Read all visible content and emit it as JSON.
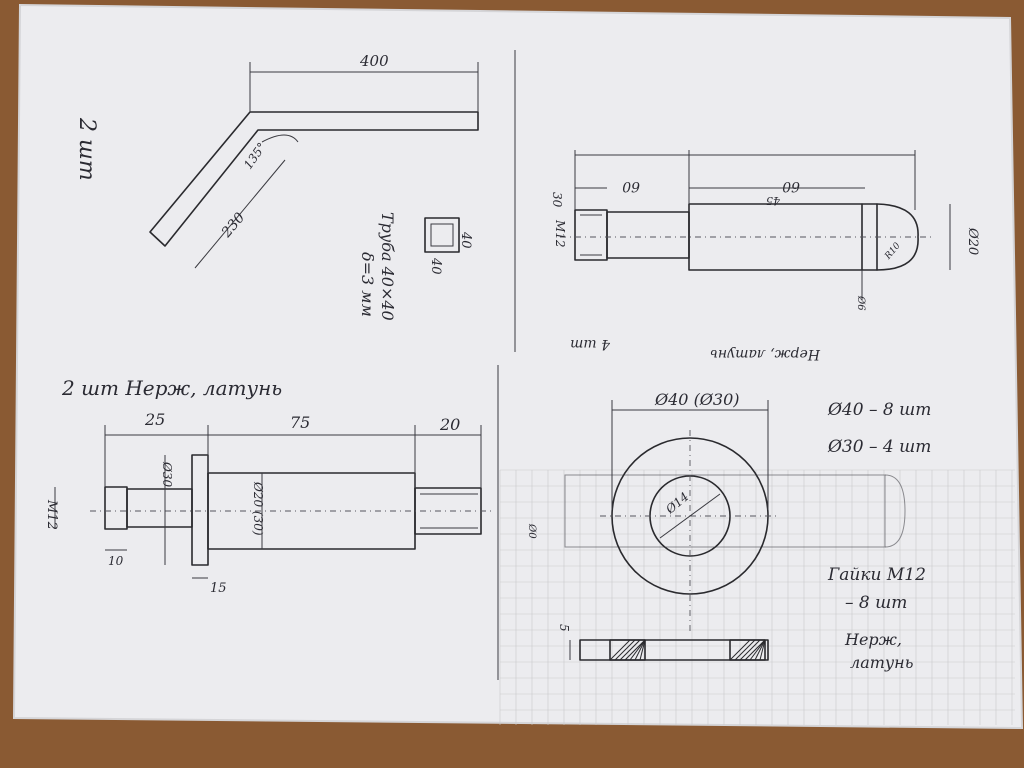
{
  "part_bent_tube": {
    "dim_top": "400",
    "dim_leg": "230",
    "angle": "135°",
    "qty": "2 шт",
    "section_side_a": "40",
    "section_side_b": "40",
    "material_line1": "Труба 40×40",
    "material_line2": "δ=3 мм"
  },
  "part_pin": {
    "dim_left": "60",
    "dim_right": "60",
    "dim_mid": "45",
    "thread": "M12",
    "thread_len": "30",
    "dia": "Ø20",
    "radius": "R10",
    "chamfer": "Ø6",
    "qty": "4 шт",
    "material": "Нерж, латунь"
  },
  "part_bolt": {
    "header": "2 шт   Нерж, латунь",
    "dim_25": "25",
    "dim_75": "75",
    "dim_20": "20",
    "thread": "M12",
    "dia_head": "Ø30",
    "dia_body": "Ø20 (30)",
    "dim_10": "10",
    "dim_15": "15"
  },
  "part_washer": {
    "dim_outer": "Ø40 (Ø30)",
    "dim_inner": "Ø14",
    "note_40": "Ø40 – 8 шт",
    "note_30": "Ø30 – 4 шт",
    "thickness": "5",
    "nuts_label": "Гайки М12",
    "nuts_qty": "– 8 шт",
    "material_line1": "Нерж,",
    "material_line2": "латунь",
    "side_label": "Ø0"
  },
  "colors": {
    "desk": "#8a5a33",
    "paper": "#eeeef0",
    "ink": "#2a2a2e",
    "grid": "#c9c9cc"
  }
}
